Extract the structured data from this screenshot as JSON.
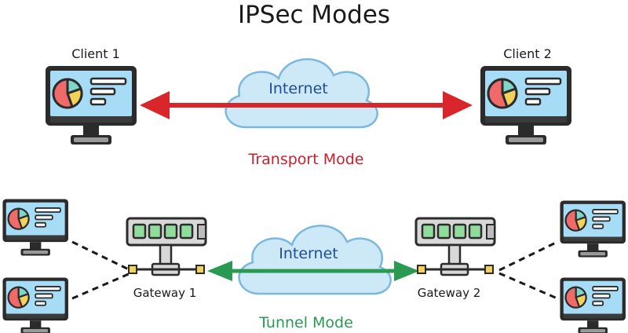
{
  "title": "IPSec Modes",
  "transport": {
    "left_label": "Client 1",
    "right_label": "Client 2",
    "network_label": "Internet",
    "mode_label": "Transport Mode",
    "arrow_color": "#d9262b"
  },
  "tunnel": {
    "left_gateway_label": "Gateway 1",
    "right_gateway_label": "Gateway 2",
    "network_label": "Internet",
    "mode_label": "Tunnel Mode",
    "arrow_color": "#2a9a52"
  },
  "colors": {
    "cloud_fill": "#cde8f7",
    "cloud_stroke": "#7ab8e0",
    "screen": "#a6dcf5",
    "monitor_frame": "#2b2b2b",
    "pie_red": "#f06a6a",
    "pie_yellow": "#f3d25c",
    "pie_teal": "#7fd6c8",
    "router_body": "#d8d8d8",
    "router_port": "#8fdc9b",
    "connector": "#f3d25c"
  }
}
